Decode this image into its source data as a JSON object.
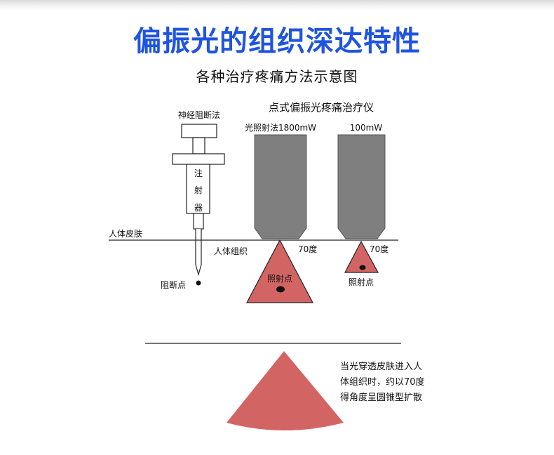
{
  "header": {
    "title": "偏振光的组织深达特性",
    "subtitle": "各种治疗疼痛方法示意图"
  },
  "labels": {
    "nerve_block": "神经阻断法",
    "device_title": "点式偏振光疼痛治疗仪",
    "method_1800": "光照射法1800mW",
    "method_100": "100mW",
    "syringe_chars": [
      "注",
      "射",
      "器"
    ],
    "skin": "人体皮肤",
    "tissue": "人体组织",
    "angle_left": "70度",
    "angle_right": "70度",
    "block_point": "阻断点",
    "irradiation_point_left": "照射点",
    "irradiation_point_right": "照射点"
  },
  "note": {
    "lines": [
      "当光穿透皮肤进入人",
      "体组织时，约以70度",
      "得角度呈圆锥型扩散"
    ]
  },
  "colors": {
    "title": "#1f54e0",
    "probe": "#7f7f7f",
    "cone": "#d26563",
    "outline": "#222222"
  }
}
